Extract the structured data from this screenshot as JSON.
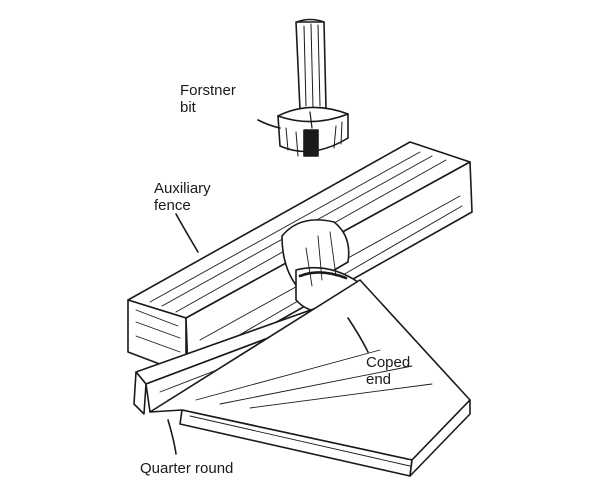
{
  "labels": {
    "forstner_line1": "Forstner",
    "forstner_line2": "bit",
    "auxiliary_line1": "Auxiliary",
    "auxiliary_line2": "fence",
    "coped_line1": "Coped",
    "coped_line2": "end",
    "quarter_round": "Quarter round"
  },
  "colors": {
    "ink": "#1a1a1a",
    "paper": "#ffffff",
    "cut_shadow": "#2a2a2a"
  }
}
